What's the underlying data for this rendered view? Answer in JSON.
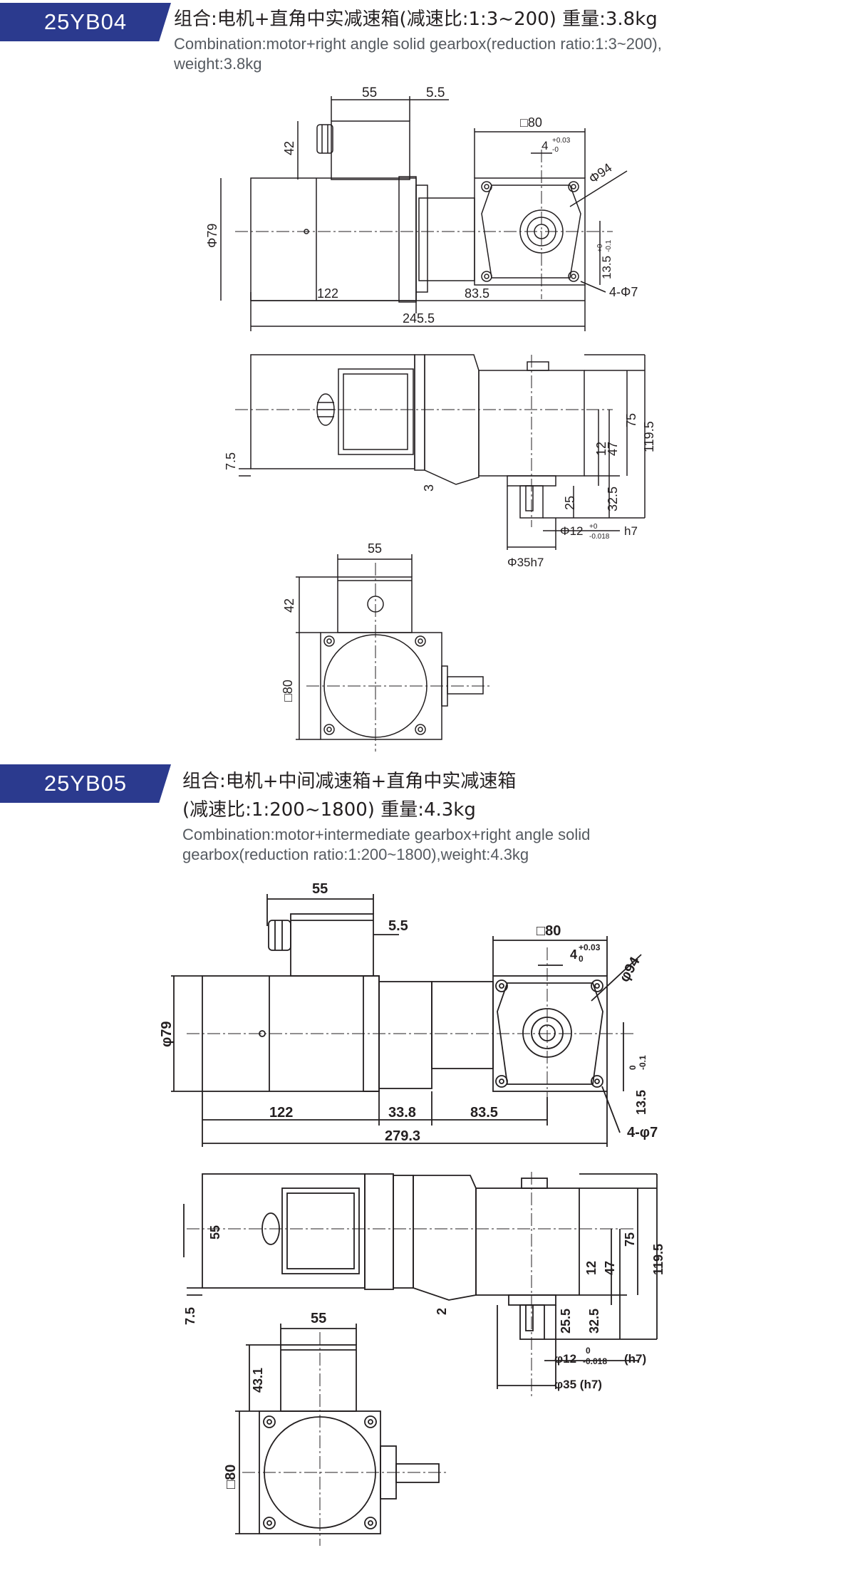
{
  "sections": [
    {
      "model": "25YB04",
      "title_cn": "组合:电机+直角中实减速箱(减速比:1:3~200) 重量:3.8kg",
      "title_en_1": "Combination:motor+right angle solid gearbox(reduction ratio:1:3~200),",
      "title_en_2": "weight:3.8kg",
      "dims": {
        "top_55": "55",
        "top_55b": "5.5",
        "sq80": "□80",
        "key4": "4",
        "key4_tol_up": "+0.03",
        "key4_tol_dn": "-0",
        "d94": "Φ94",
        "h42": "42",
        "d79": "Φ79",
        "l122": "122",
        "l835": "83.5",
        "l2455": "245.5",
        "h135": "13.5",
        "h135_tol_up": "+0",
        "h135_tol_dn": "-0.1",
        "holes": "4-Φ7",
        "v75": "75",
        "v1195": "119.5",
        "v12": "12",
        "v47": "47",
        "v75b": "7.5",
        "v3": "3",
        "v25": "25",
        "v325": "32.5",
        "shaft": "Φ12",
        "shaft_tol_up": "+0",
        "shaft_tol_dn": "-0.018",
        "h7": "h7",
        "d35": "Φ35h7",
        "end_55": "55",
        "end_42": "42",
        "end_sq80": "□80"
      }
    },
    {
      "model": "25YB05",
      "title_cn_1": "组合:电机+中间减速箱+直角中实减速箱",
      "title_cn_2": "(减速比:1:200~1800) 重量:4.3kg",
      "title_en_1": "Combination:motor+intermediate gearbox+right angle solid",
      "title_en_2": "gearbox(reduction ratio:1:200~1800),weight:4.3kg",
      "dims": {
        "top_55": "55",
        "top_55b": "5.5",
        "sq80": "□80",
        "key4": "4",
        "key4_tol_up": "+0.03",
        "key4_tol_dn": "0",
        "d94": "φ94",
        "d79": "φ79",
        "l122": "122",
        "l338": "33.8",
        "l835": "83.5",
        "l2793": "279.3",
        "h135": "13.5",
        "h135_tol": "0",
        "h135_tol_dn": "-0.1",
        "holes": "4-φ7",
        "v55": "55",
        "v75": "75",
        "v1195": "119.5",
        "v12": "12",
        "v47": "47",
        "v75b": "7.5",
        "v2": "2",
        "v255": "25.5",
        "v325": "32.5",
        "shaft": "φ12",
        "shaft_tol_up": "0",
        "shaft_tol_dn": "-0.018",
        "h7": "(h7)",
        "d35": "φ35 (h7)",
        "end_55": "55",
        "end_431": "43.1",
        "end_sq80": "□80"
      }
    }
  ],
  "colors": {
    "badge": "#2b3a8e",
    "line": "#231f20",
    "subtitle": "#555a60"
  }
}
